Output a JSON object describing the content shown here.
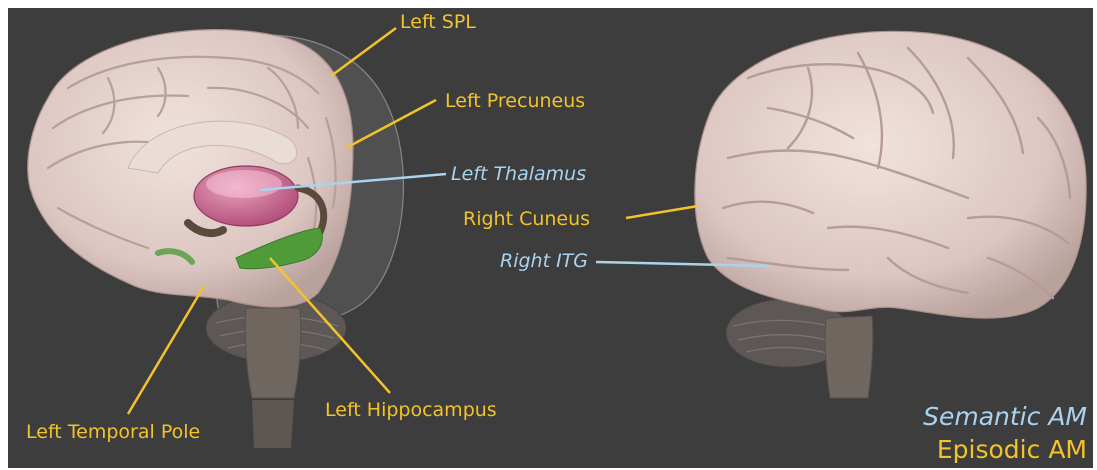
{
  "colors": {
    "episodic": "#f2c32a",
    "semantic": "#a9d3ee",
    "background": "#3d3d3d",
    "brain": "#e6d3cf",
    "thalamus": "#c9638c",
    "hippocampus": "#4f9b3a",
    "brainstem": "#6f6660"
  },
  "views": {
    "left": "medial-brain-view",
    "right": "lateral-brain-view"
  },
  "labels": {
    "left_spl": "Left SPL",
    "left_precuneus": "Left Precuneus",
    "left_thalamus": "Left Thalamus",
    "right_cuneus": "Right Cuneus",
    "right_itg": "Right ITG",
    "left_temporal_pole": "Left Temporal Pole",
    "left_hippocampus": "Left Hippocampus"
  },
  "legend": {
    "semantic": "Semantic AM",
    "episodic": "Episodic AM"
  }
}
